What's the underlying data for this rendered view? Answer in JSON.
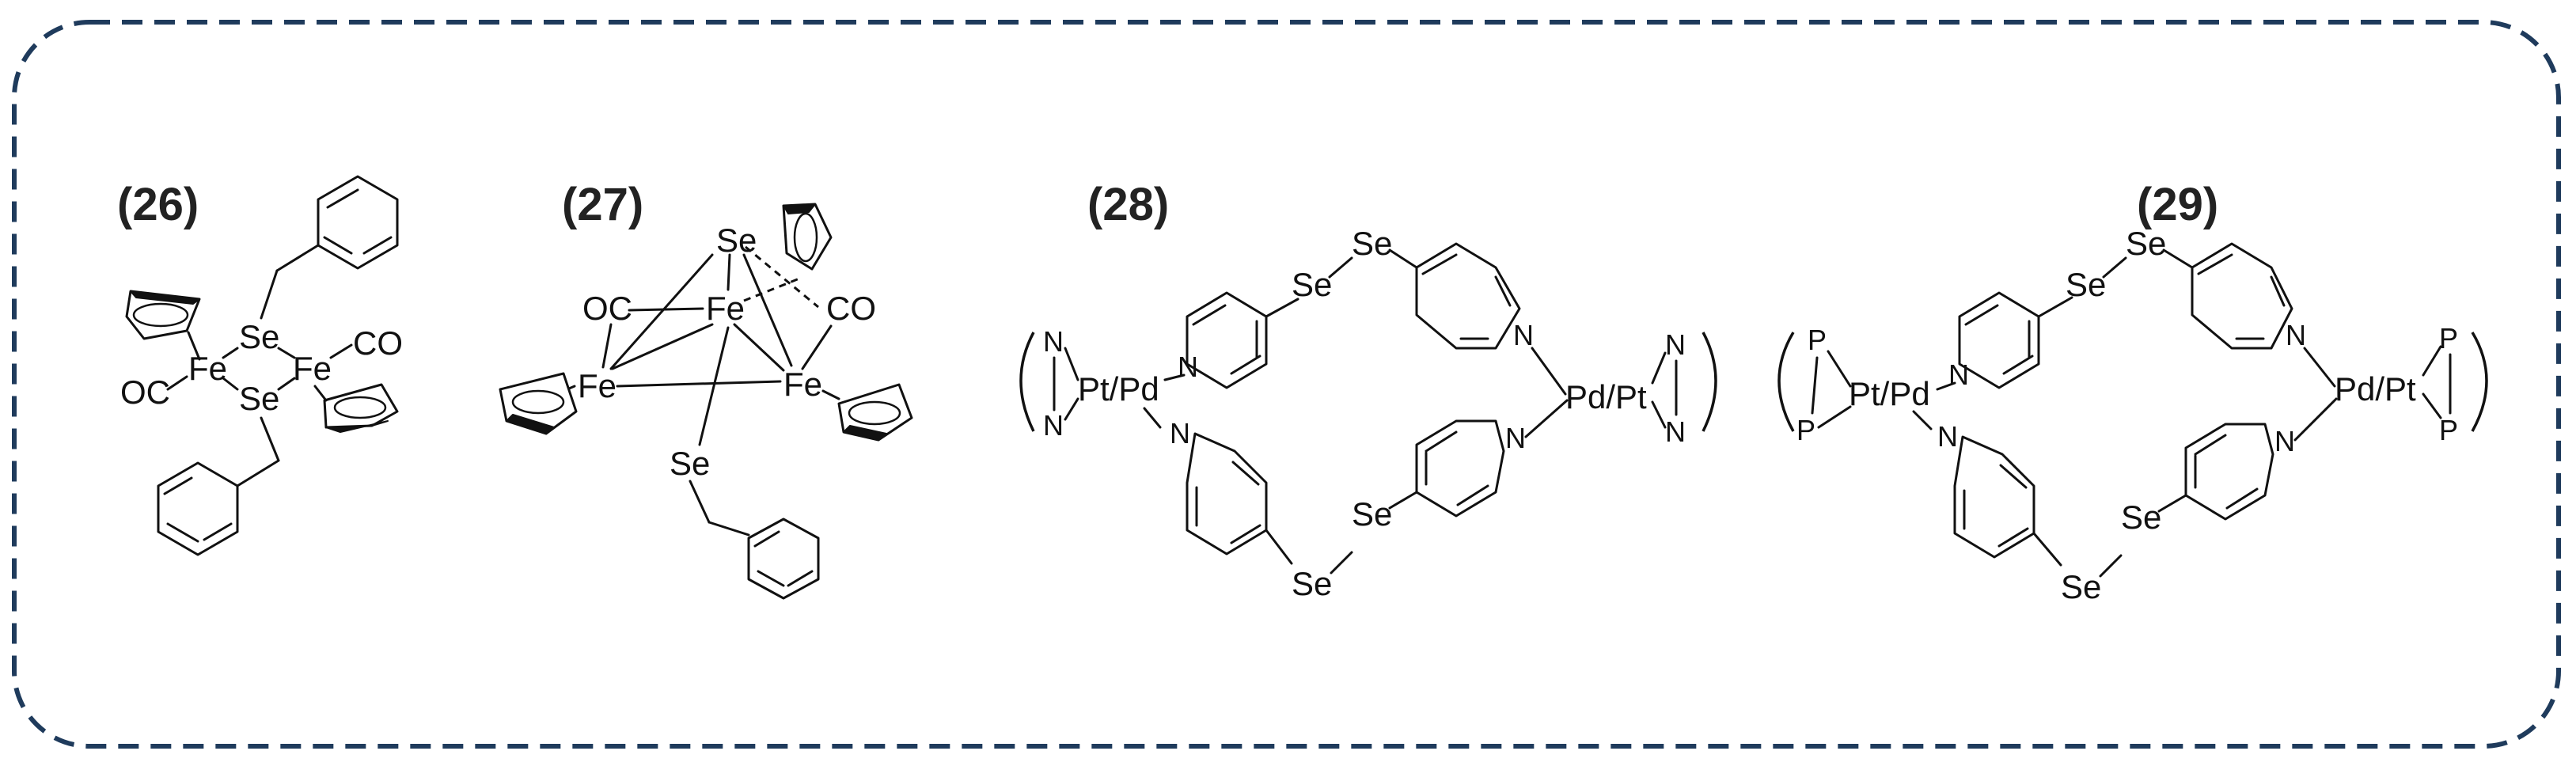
{
  "panel": {
    "border_color": "#1f3b5c",
    "border_style": "dashed"
  },
  "compounds": [
    {
      "label": "(26)",
      "atoms": {
        "se_top": "Se",
        "se_bottom": "Se",
        "fe_left": "Fe",
        "fe_right": "Fe",
        "co_left": "OC",
        "co_right": "CO"
      }
    },
    {
      "label": "(27)",
      "atoms": {
        "se_top": "Se",
        "fe_top": "Fe",
        "fe_left": "Fe",
        "fe_right": "Fe",
        "co_left": "OC",
        "co_right": "CO",
        "se_bottom": "Se"
      }
    },
    {
      "label": "(28)",
      "atoms": {
        "metal_left": "Pt/Pd",
        "metal_right": "Pd/Pt",
        "n_donor": "N",
        "n_pyridine": "N",
        "se": "Se"
      }
    },
    {
      "label": "(29)",
      "atoms": {
        "metal_left": "Pt/Pd",
        "metal_right": "Pd/Pt",
        "p_donor": "P",
        "n_pyridine": "N",
        "se": "Se"
      }
    }
  ]
}
